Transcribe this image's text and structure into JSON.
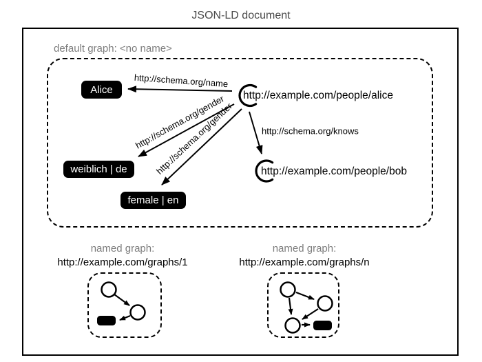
{
  "title": "JSON-LD document",
  "colors": {
    "ink": "#000000",
    "muted_label": "#7d7d7d",
    "title_text": "#4a4a4a",
    "background": "#ffffff",
    "literal_bg": "#000000",
    "literal_text": "#ffffff"
  },
  "default_graph": {
    "label": "default graph: <no name>",
    "iri_nodes": [
      {
        "id": "alice",
        "label": "http://example.com/people/alice"
      },
      {
        "id": "bob",
        "label": "http://example.com/people/bob"
      }
    ],
    "literal_nodes": [
      {
        "id": "alice-name",
        "label": "Alice"
      },
      {
        "id": "gender-de",
        "label": "weiblich | de"
      },
      {
        "id": "gender-en",
        "label": "female | en"
      }
    ],
    "edge_labels": {
      "name": "http://schema.org/name",
      "gender_de": "http://schema.org/gender",
      "gender_en": "http://schema.org/gender",
      "knows": "http://schema.org/knows"
    }
  },
  "named_graphs": [
    {
      "caption": "named graph:",
      "iri": "http://example.com/graphs/1"
    },
    {
      "caption": "named graph:",
      "iri": "http://example.com/graphs/n"
    }
  ]
}
